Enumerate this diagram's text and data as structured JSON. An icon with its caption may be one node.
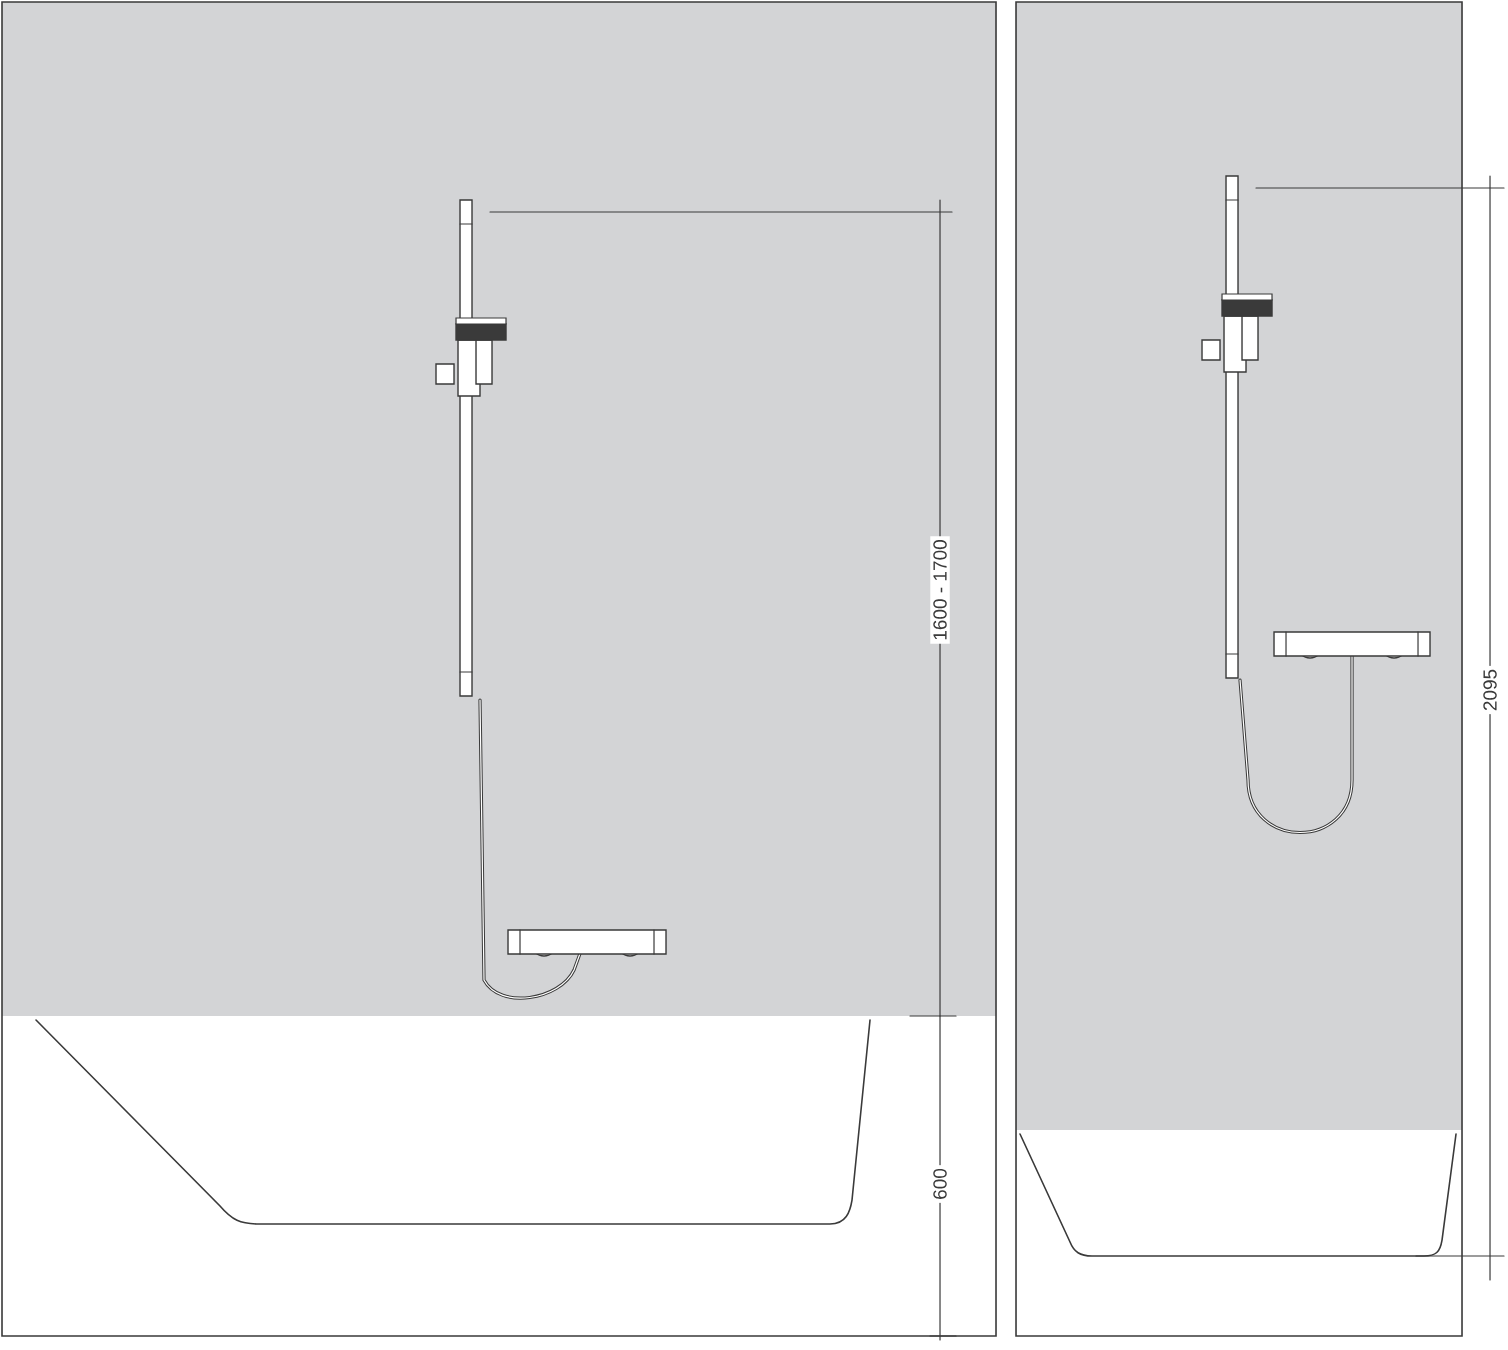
{
  "diagram": {
    "labels": [
      "1600 - 1700",
      "600",
      "2095"
    ]
  }
}
